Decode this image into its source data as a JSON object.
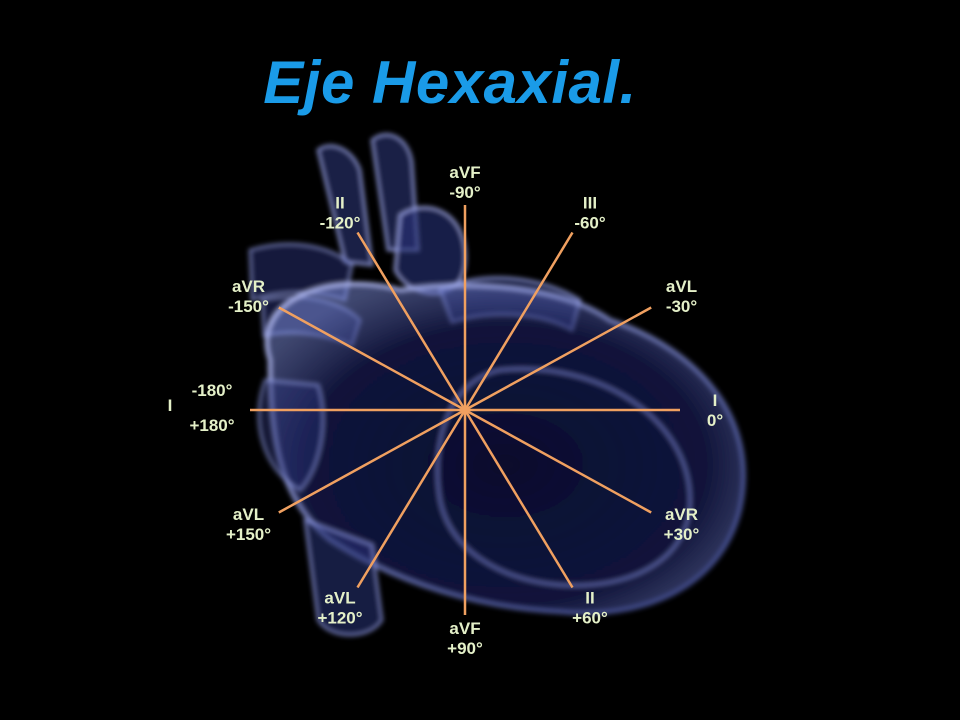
{
  "title": "Eje Hexaxial.",
  "colors": {
    "background": "#000000",
    "title": "#1a9be8",
    "axis": "#f0a060",
    "label": "#e4f0c8",
    "heart": "#8090e0"
  },
  "center_label": "",
  "leads": [
    {
      "angle": 0,
      "lead": "I",
      "degree": "0°"
    },
    {
      "angle": 30,
      "lead": "aVR",
      "degree": "+30°"
    },
    {
      "angle": 60,
      "lead": "II",
      "degree": "+60°"
    },
    {
      "angle": 90,
      "lead": "aVF",
      "degree": "+90°"
    },
    {
      "angle": 120,
      "lead": "aVL",
      "degree": "+120°"
    },
    {
      "angle": 150,
      "lead": "aVL",
      "degree": "+150°"
    },
    {
      "angle": -30,
      "lead": "aVL",
      "degree": "-30°"
    },
    {
      "angle": -60,
      "lead": "III",
      "degree": "-60°"
    },
    {
      "angle": -90,
      "lead": "aVF",
      "degree": "-90°"
    },
    {
      "angle": -120,
      "lead": "II",
      "degree": "-120°"
    },
    {
      "angle": -150,
      "lead": "aVR",
      "degree": "-150°"
    }
  ],
  "lead_180": {
    "lead": "I",
    "degree_neg": "-180°",
    "degree_pos": "+180°"
  }
}
